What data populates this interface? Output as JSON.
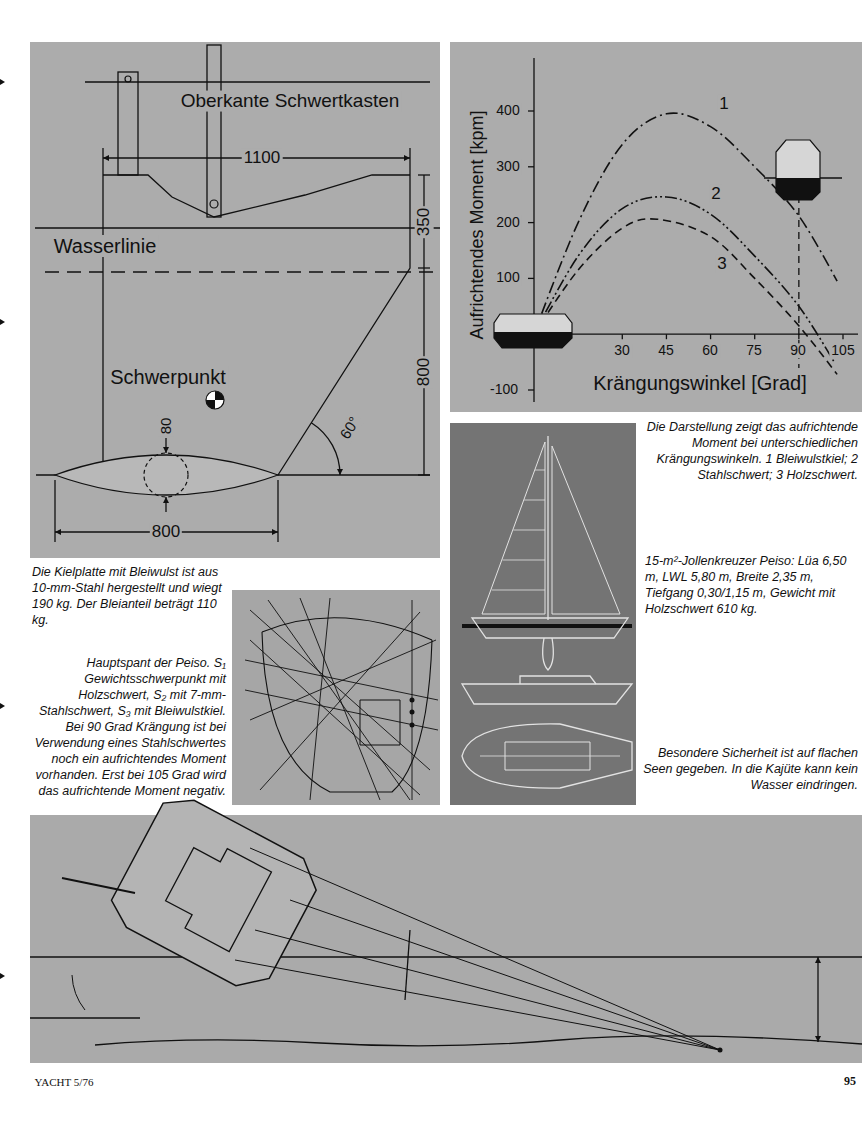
{
  "diagram": {
    "labels": [
      "Oberkante Schwertkasten",
      "1100",
      "350",
      "Wasserlinie",
      "800",
      "Schwerpunkt",
      "80",
      "60°",
      "800",
      "Die Kielplatte mit Bleiwulst ist aus 10-mm-Stahl hergestellt und wiegt 190 kg. Der Bleianteil beträgt 110 kg.",
      "Aufrichtendes Moment [kpm]",
      "400",
      "300",
      "200",
      "100",
      "-100",
      "1",
      "2",
      "3",
      "30",
      "45",
      "60",
      "75",
      "90",
      "105",
      "Krängungswinkel [Grad]",
      "Die Darstellung zeigt das aufrichtende Moment bei unterschiedlichen Krängungswinkeln. 1 Bleiwulstkiel; 2 Stahlschwert; 3 Holzschwert.",
      "15-m²-Jollenkreuzer Peiso: Lüa 6,50 m, LWL 5,80 m, Breite 2,35 m, Tiefgang 0,30/1,15 m, Gewicht mit Holzschwert 610 kg.",
      "Hauptspant der Peiso. S₁ Gewichtsschwerpunkt mit Holzschwert, S₂ mit 7-mm-Stahlschwert, S₃ mit Bleiwulstkiel. Bei 90 Grad Krängung ist bei Verwendung eines Stahlschwertes noch ein aufrichtendes Moment vorhanden. Erst bei 105 Grad wird das aufrichtende Moment negativ.",
      "Besondere Sicherheit ist auf flachen Seen gegeben. In die Kajüte kann kein Wasser eindringen.",
      "YACHT 5/76",
      "95"
    ]
  }
}
